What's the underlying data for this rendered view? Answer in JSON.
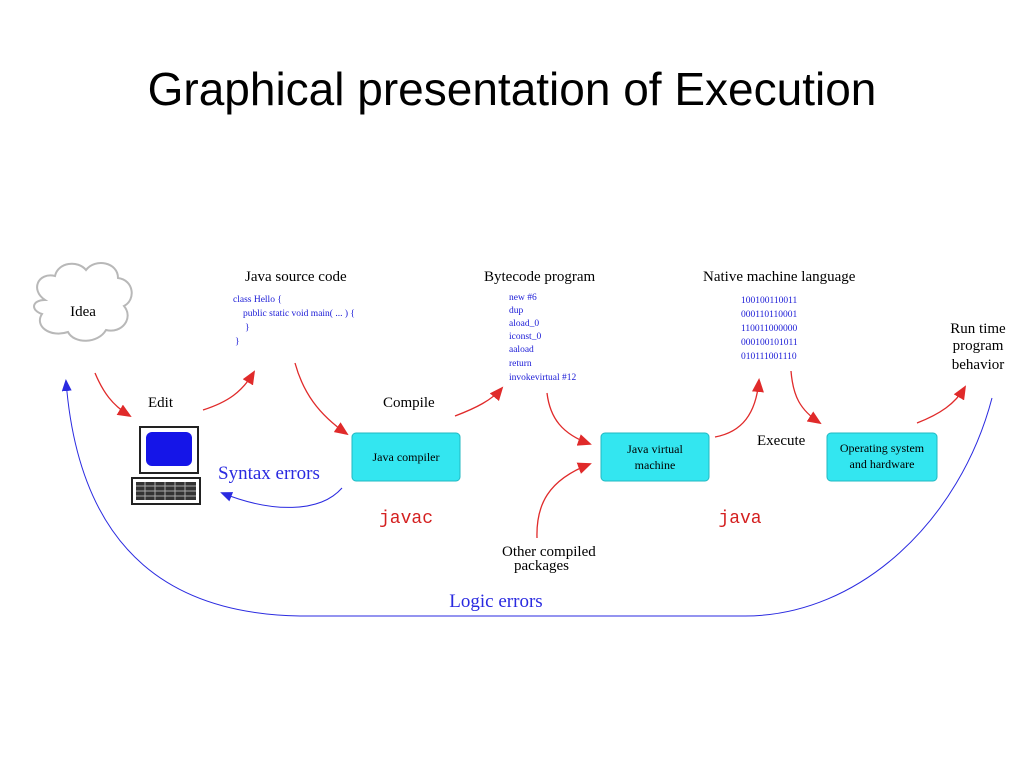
{
  "slide": {
    "title": "Graphical presentation of Execution"
  },
  "diagram": {
    "idea_label": "Idea",
    "edit_label": "Edit",
    "source": {
      "heading": "Java source code",
      "lines": [
        "class Hello {",
        "public static void main( ... ) {",
        "}",
        "}"
      ]
    },
    "compile_label": "Compile",
    "compiler_box": "Java compiler",
    "javac_label": "javac",
    "syntax_errors": "Syntax errors",
    "bytecode": {
      "heading": "Bytecode program",
      "lines": [
        "new #6",
        "dup",
        "aload_0",
        "iconst_0",
        "aaload",
        "return",
        "invokevirtual #12"
      ]
    },
    "jvm_box": [
      "Java virtual",
      "machine"
    ],
    "java_label": "java",
    "other_packages": [
      "Other compiled",
      "packages"
    ],
    "native": {
      "heading": "Native machine language",
      "lines": [
        "100100110011",
        "000110110001",
        "110011000000",
        "000100101011",
        "010111001110"
      ]
    },
    "execute_label": "Execute",
    "os_box": [
      "Operating system",
      "and hardware"
    ],
    "runtime": [
      "Run time",
      "program",
      "behavior"
    ],
    "logic_errors": "Logic errors",
    "colors": {
      "box_fill": "#33e6f0",
      "arrow": "#e02a2a",
      "feedback": "#2a2ae0",
      "text_blue": "#1a1ad6",
      "mono_red": "#d42020"
    }
  }
}
